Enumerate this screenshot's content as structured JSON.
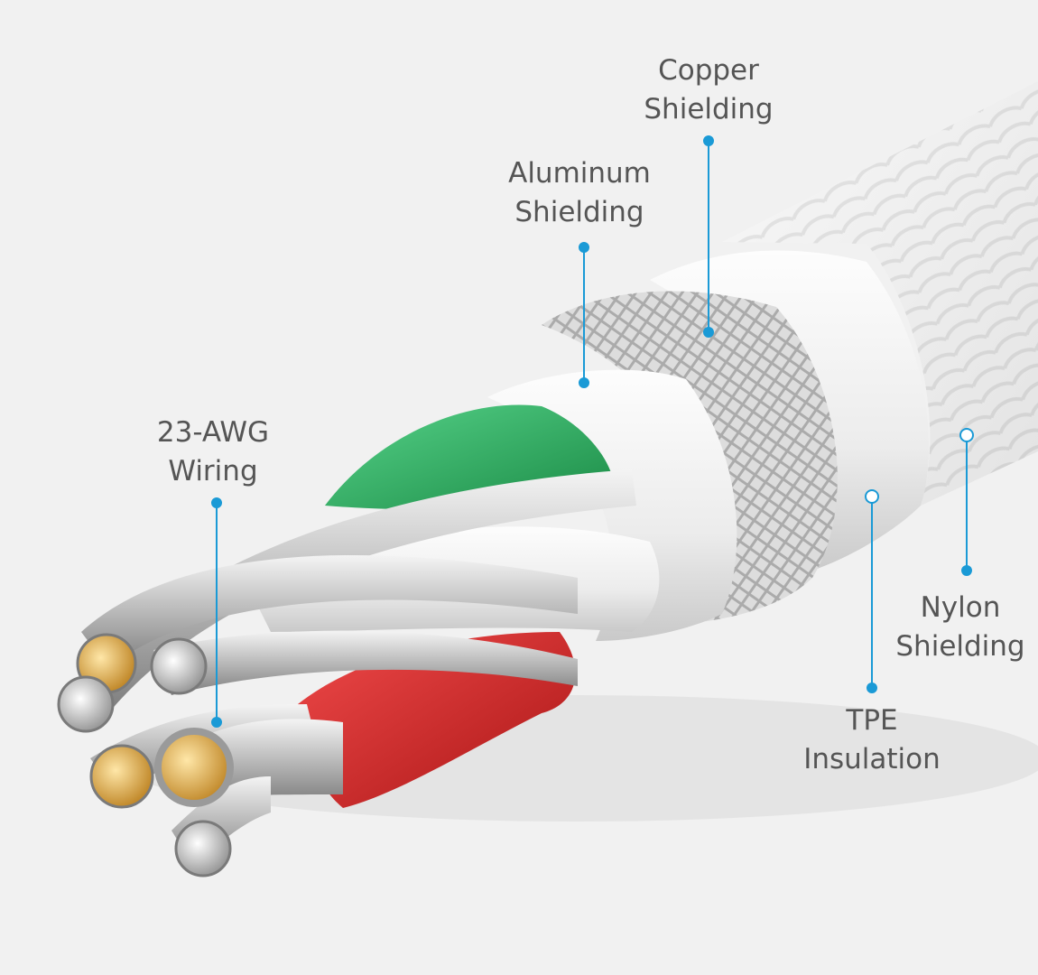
{
  "accent_color": "#1a9ad6",
  "callouts": [
    {
      "id": "copper",
      "icon": "copper-braid-layer",
      "lines": [
        "Copper",
        "Shielding"
      ]
    },
    {
      "id": "aluminum",
      "icon": "aluminum-foil-layer",
      "lines": [
        "Aluminum",
        "Shielding"
      ]
    },
    {
      "id": "wiring",
      "icon": "wire-strands",
      "lines": [
        "23-AWG",
        "Wiring"
      ]
    },
    {
      "id": "nylon",
      "icon": "nylon-braid-jacket",
      "lines": [
        "Nylon",
        "Shielding"
      ]
    },
    {
      "id": "tpe",
      "icon": "tpe-insulation-layer",
      "lines": [
        "TPE",
        "Insulation"
      ]
    }
  ]
}
